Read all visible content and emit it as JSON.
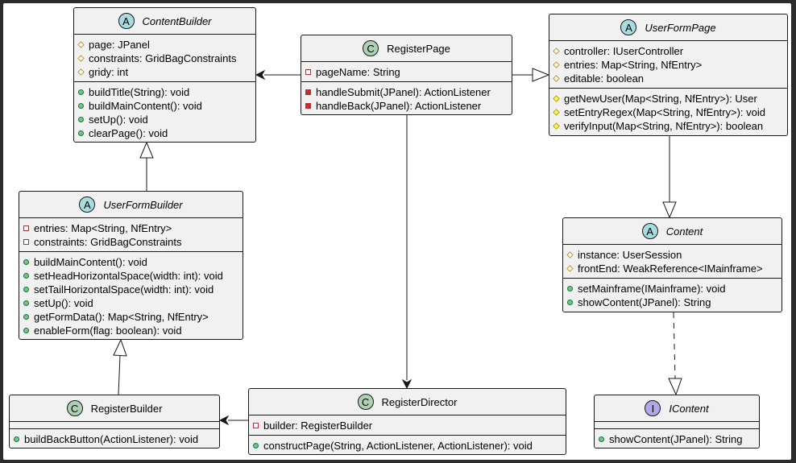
{
  "classes": {
    "content_builder": {
      "stereotype": "A",
      "name": "ContentBuilder",
      "fields": [
        {
          "vis": "protected",
          "text": "page: JPanel"
        },
        {
          "vis": "protected",
          "text": "constraints: GridBagConstraints"
        },
        {
          "vis": "protected",
          "text": "gridy: int"
        }
      ],
      "methods": [
        {
          "vis": "public",
          "text": "buildTitle(String): void"
        },
        {
          "vis": "public",
          "text": "buildMainContent(): void"
        },
        {
          "vis": "public",
          "text": "setUp(): void"
        },
        {
          "vis": "public",
          "text": "clearPage(): void"
        }
      ]
    },
    "register_page": {
      "stereotype": "C",
      "name": "RegisterPage",
      "fields": [
        {
          "vis": "private",
          "text": "pageName: String"
        }
      ],
      "methods": [
        {
          "vis": "private",
          "text": "handleSubmit(JPanel): ActionListener"
        },
        {
          "vis": "private",
          "text": "handleBack(JPanel): ActionListener"
        }
      ]
    },
    "user_form_page": {
      "stereotype": "A",
      "name": "UserFormPage",
      "fields": [
        {
          "vis": "protected",
          "text": "controller: IUserController"
        },
        {
          "vis": "protected",
          "text": "entries: Map<String, NfEntry>"
        },
        {
          "vis": "protected",
          "text": "editable: boolean"
        }
      ],
      "methods": [
        {
          "vis": "protected",
          "text": "getNewUser(Map<String, NfEntry>): User"
        },
        {
          "vis": "protected",
          "text": "setEntryRegex(Map<String, NfEntry>): void"
        },
        {
          "vis": "protected",
          "text": "verifyInput(Map<String, NfEntry>): boolean"
        }
      ]
    },
    "user_form_builder": {
      "stereotype": "A",
      "name": "UserFormBuilder",
      "fields": [
        {
          "vis": "private",
          "text": "entries: Map<String, NfEntry>"
        },
        {
          "vis": "private",
          "text": "constraints: GridBagConstraints"
        }
      ],
      "methods": [
        {
          "vis": "public",
          "text": "buildMainContent(): void"
        },
        {
          "vis": "public",
          "text": "setHeadHorizontalSpace(width: int): void"
        },
        {
          "vis": "public",
          "text": "setTailHorizontalSpace(width: int): void"
        },
        {
          "vis": "public",
          "text": "setUp(): void"
        },
        {
          "vis": "public",
          "text": "getFormData(): Map<String, NfEntry>"
        },
        {
          "vis": "public",
          "text": "enableForm(flag: boolean): void"
        }
      ]
    },
    "content": {
      "stereotype": "A",
      "name": "Content",
      "fields": [
        {
          "vis": "protected",
          "text": "instance: UserSession"
        },
        {
          "vis": "protected",
          "text": "frontEnd: WeakReference<IMainframe>"
        }
      ],
      "methods": [
        {
          "vis": "public",
          "text": "setMainframe(IMainframe): void"
        },
        {
          "vis": "public",
          "text": "showContent(JPanel): String"
        }
      ]
    },
    "register_builder": {
      "stereotype": "C",
      "name": "RegisterBuilder",
      "fields": [],
      "methods": [
        {
          "vis": "public",
          "text": "buildBackButton(ActionListener): void"
        }
      ]
    },
    "register_director": {
      "stereotype": "C",
      "name": "RegisterDirector",
      "fields": [
        {
          "vis": "private",
          "text": "builder: RegisterBuilder"
        }
      ],
      "methods": [
        {
          "vis": "public",
          "text": "constructPage(String, ActionListener, ActionListener): void"
        }
      ]
    },
    "icontent": {
      "stereotype": "I",
      "name": "IContent",
      "fields": [],
      "methods": [
        {
          "vis": "public",
          "text": "showContent(JPanel): String"
        }
      ]
    }
  },
  "relations": [
    {
      "from": "register_page",
      "to": "content_builder",
      "kind": "association"
    },
    {
      "from": "register_page",
      "to": "user_form_page",
      "kind": "generalization"
    },
    {
      "from": "register_page",
      "to": "register_director",
      "kind": "association"
    },
    {
      "from": "user_form_builder",
      "to": "content_builder",
      "kind": "generalization"
    },
    {
      "from": "register_builder",
      "to": "user_form_builder",
      "kind": "generalization"
    },
    {
      "from": "register_director",
      "to": "register_builder",
      "kind": "association"
    },
    {
      "from": "user_form_page",
      "to": "content",
      "kind": "generalization"
    },
    {
      "from": "content",
      "to": "icontent",
      "kind": "realization"
    }
  ]
}
